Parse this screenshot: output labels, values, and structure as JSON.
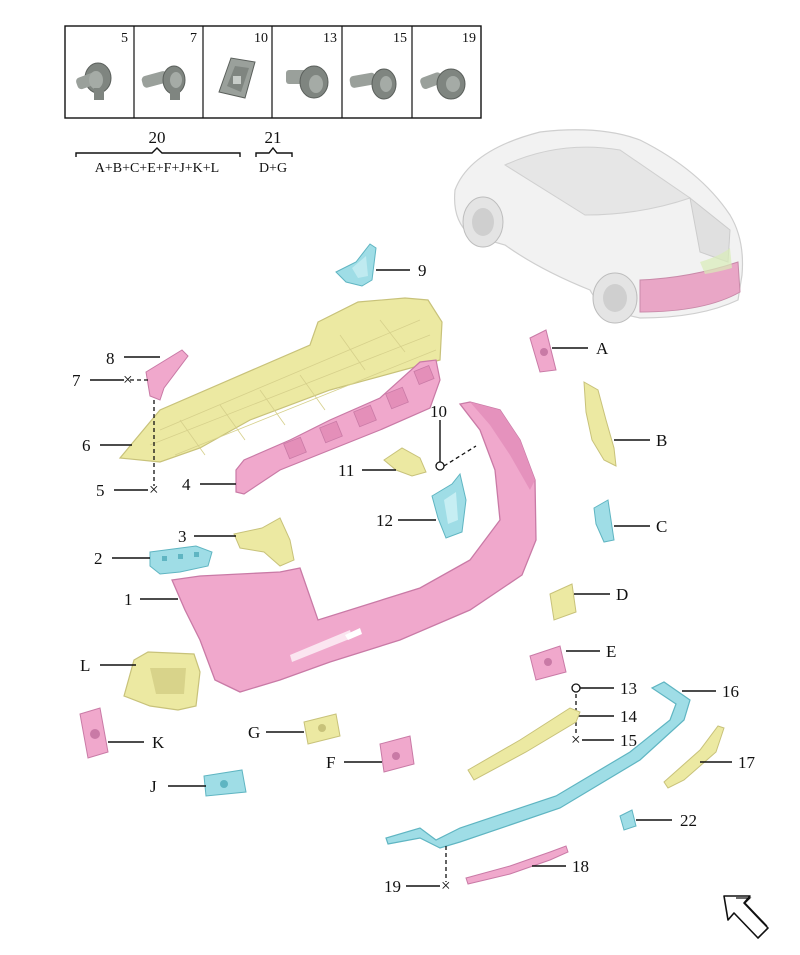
{
  "fastener_table": {
    "numbers": [
      "5",
      "7",
      "10",
      "13",
      "15",
      "19"
    ]
  },
  "groups": [
    {
      "number": "20",
      "contents": "A+B+C+E+F+J+K+L"
    },
    {
      "number": "21",
      "contents": "D+G"
    }
  ],
  "parts": {
    "p1": "1",
    "p2": "2",
    "p3": "3",
    "p4": "4",
    "p5": "5",
    "p6": "6",
    "p7": "7",
    "p8": "8",
    "p9": "9",
    "p10": "10",
    "p11": "11",
    "p12": "12",
    "p13": "13",
    "p14": "14",
    "p15": "15",
    "p16": "16",
    "p17": "17",
    "p18": "18",
    "p19": "19",
    "p22": "22",
    "pA": "A",
    "pB": "B",
    "pC": "C",
    "pD": "D",
    "pE": "E",
    "pF": "F",
    "pG": "G",
    "pJ": "J",
    "pK": "K",
    "pL": "L"
  },
  "colors": {
    "pink": "#f0a8cc",
    "pink_dark": "#c97aa6",
    "yellow": "#ece9a2",
    "yellow_dark": "#c8c27a",
    "cyan": "#9fdde6",
    "cyan_dark": "#5fb5c2",
    "grey": "#8e9490",
    "car": "#f1f1f1"
  }
}
